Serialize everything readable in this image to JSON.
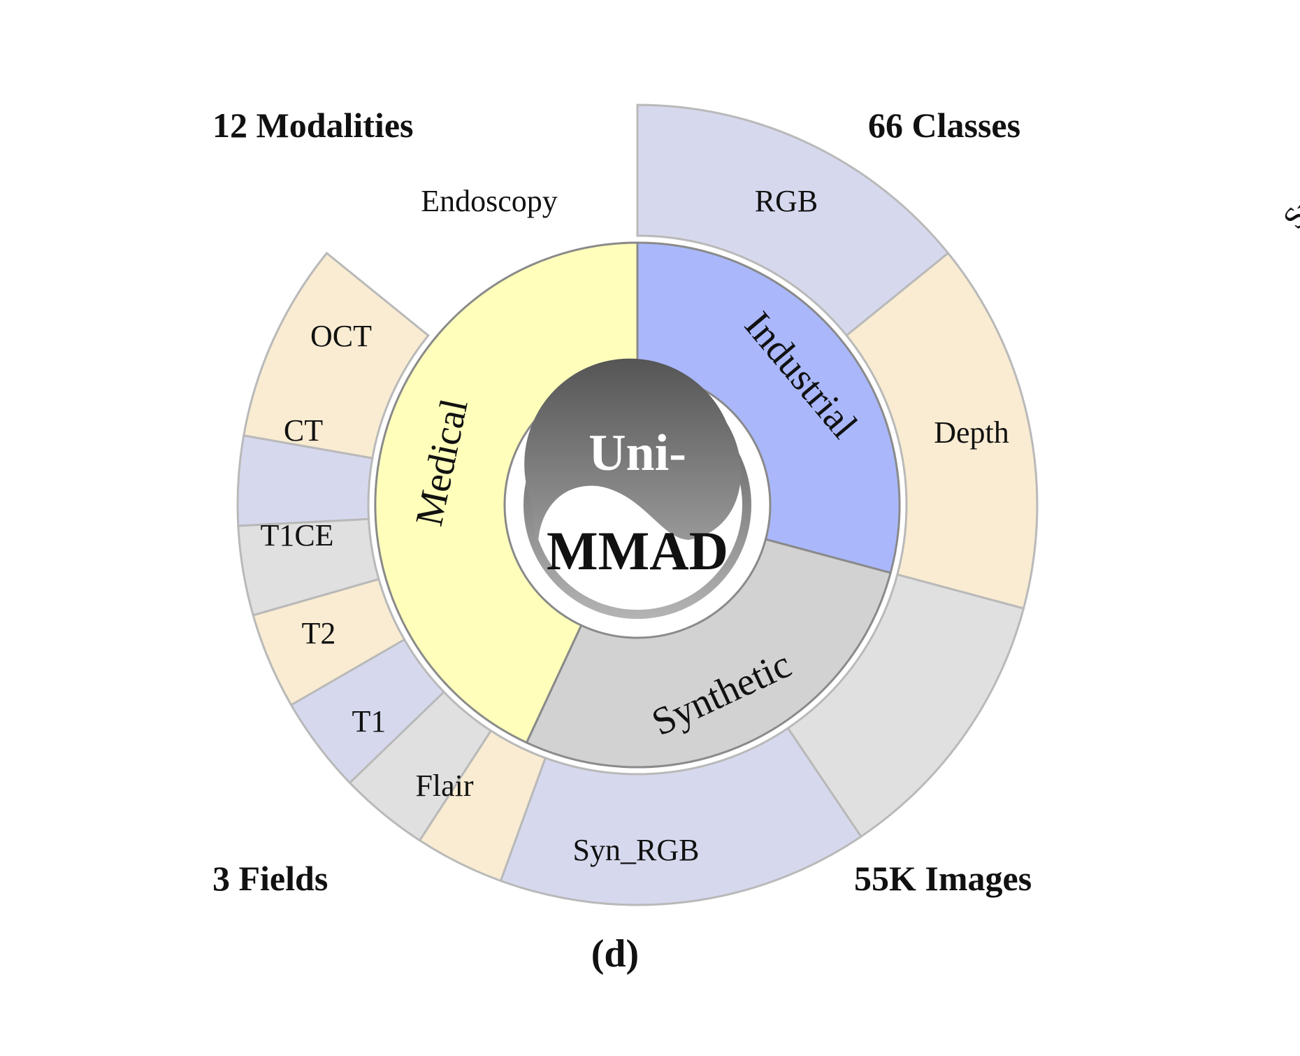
{
  "figure_label": "(d)",
  "center": {
    "line1": "Uni-",
    "line2": "MMAD"
  },
  "corners": {
    "top_left": "12 Modalities",
    "top_right": "66 Classes",
    "bottom_left": "3 Fields",
    "bottom_right": "55K Images"
  },
  "fields": [
    {
      "label": "Medical",
      "color": "#ffffbb"
    },
    {
      "label": "Industrial",
      "color": "#aab8fb"
    },
    {
      "label": "Synthetic",
      "color": "#d2d2d2"
    }
  ],
  "modalities": [
    {
      "label": "RGB",
      "color": "#d6d9ee"
    },
    {
      "label": "Depth",
      "color": "#f9ecd2"
    },
    {
      "label": "Syn_Depth",
      "color": "#e0e0e0"
    },
    {
      "label": "Syn_RGB",
      "color": "#d6d9ee"
    },
    {
      "label": "Flair",
      "color": "#f9ecd2"
    },
    {
      "label": "T1",
      "color": "#e0e0e0"
    },
    {
      "label": "T2",
      "color": "#d6d9ee"
    },
    {
      "label": "T1CE",
      "color": "#f9ecd2"
    },
    {
      "label": "CT",
      "color": "#e0e0e0"
    },
    {
      "label": "OCT",
      "color": "#d6d9ee"
    },
    {
      "label": "Endoscopy",
      "color": "#f9ecd2"
    }
  ]
}
